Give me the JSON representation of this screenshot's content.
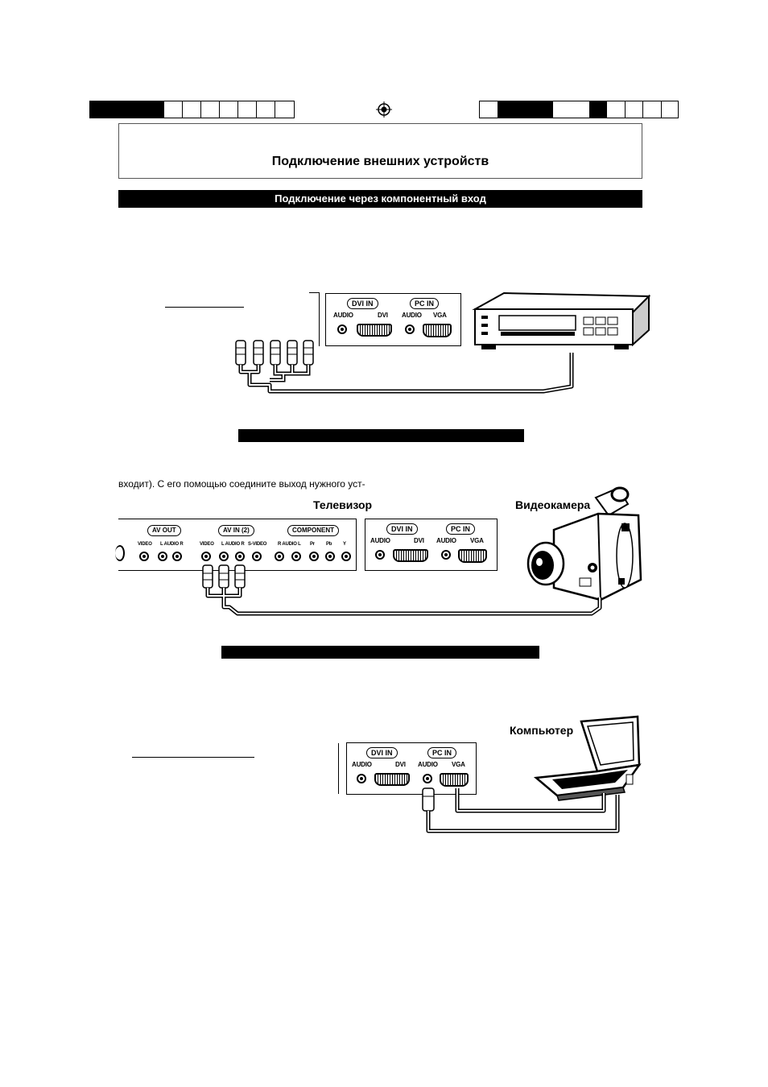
{
  "header": {
    "title": "Подключение внешних устройств"
  },
  "sections": [
    {
      "title": "Подключение через компонентный вход"
    },
    {
      "title": ""
    },
    {
      "title": ""
    }
  ],
  "panel_labels": {
    "dvi_in": "DVI IN",
    "pc_in": "PC IN",
    "audio": "AUDIO",
    "dvi": "DVI",
    "vga": "VGA",
    "av_out": "AV OUT",
    "av_in2": "AV IN (2)",
    "component": "COMPONENT",
    "video": "VIDEO",
    "l_audio_r": "L AUDIO R",
    "s_video": "S-VIDEO",
    "r_audio_l": "R AUDIO L",
    "pr": "Pr",
    "pb": "Pb",
    "y": "Y"
  },
  "devices": {
    "tv": "Телевизор",
    "camcorder": "Видеокамера",
    "computer": "Компьютер"
  },
  "body_text": {
    "camcorder_note": "входит). С его помощью соедините выход нужного уст-"
  }
}
